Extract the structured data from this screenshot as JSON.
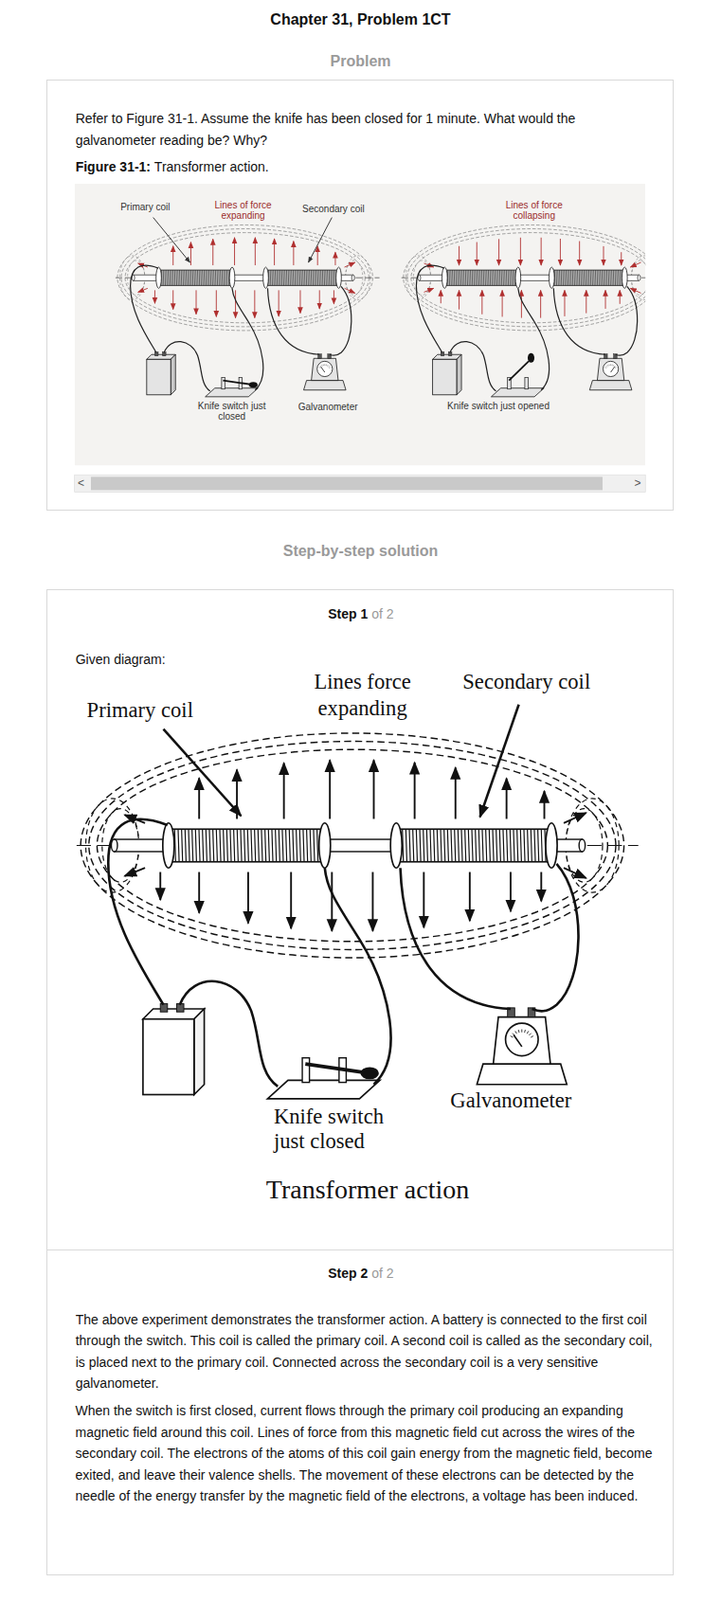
{
  "diagram": {
    "title": "Chapter 31, Problem 1CT",
    "nodes": [
      {
        "text": [
          "Refer to Figure 31-1. Assume the knife has been closed for 1 minute. What would the galvanometer reading be? Why?",
          "Figure 31-1:",
          "Transformer action."
        ]
      },
      {
        "text": [
          "Step 1",
          "of 2",
          "Given diagram:"
        ]
      },
      {
        "text": [
          "Step 2",
          "of 2",
          "The above experiment demonstrates the transformer action. A battery is connected to the first coil through the switch. This coil is called the primary coil. A second coil is called as the secondary coil, is placed next to the primary coil. Connected across the secondary coil is a very sensitive galvanometer.",
          "When the switch is first closed, current flows through the primary coil producing an expanding magnetic field around this coil. Lines of force from this magnetic field cut across the wires of the secondary coil. The electrons of the atoms of this coil gain energy from the magnetic field, become exited, and leave their valence shells. The movement of these electrons can be detected by the needle of the energy transfer by the magnetic field of the electrons, a voltage has been induced."
        ]
      }
    ],
    "labels": [
      "Problem",
      "Primary coil",
      "Lines of force expanding",
      "Secondary coil",
      "Galvanometer",
      "Knife switch just closed",
      "Lines of force collapsing",
      "Knife switch just opened",
      "<",
      ">",
      "Step-by-step solution",
      "Primary coil",
      "Lines force expanding",
      "Secondary coil",
      "Knife switch just closed",
      "Galvanometer",
      "Transformer action"
    ]
  }
}
